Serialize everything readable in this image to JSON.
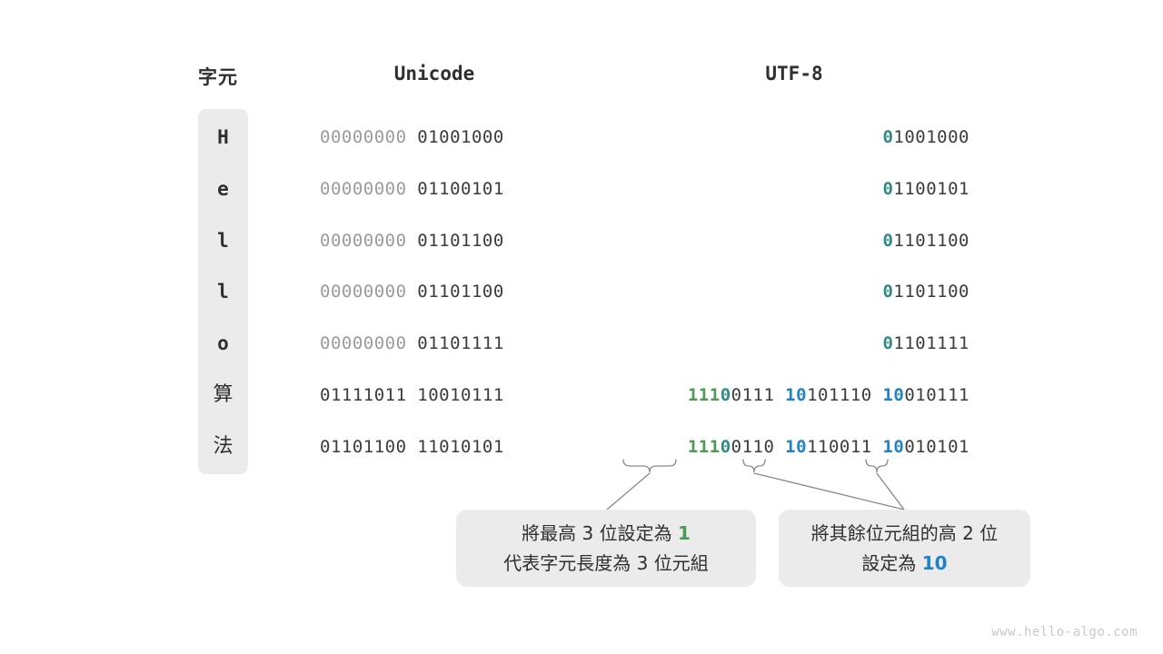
{
  "headers": {
    "character": "字元",
    "unicode": "Unicode",
    "utf8": "UTF-8"
  },
  "colors": {
    "green": "#4c9a56",
    "teal": "#2e8b84",
    "blue": "#1f82c8",
    "text": "#3c3c3c",
    "dim": "#9b9b9b",
    "panel": "#ebebeb",
    "background": "#ffffff",
    "watermark": "#c9c9c9"
  },
  "rows": [
    {
      "char": "H",
      "script": "latin",
      "unicode_high": "00000000",
      "unicode_low": "01001000",
      "utf8_bytes": [
        {
          "prefix": "0",
          "prefix_color": "teal",
          "rest": "1001000"
        }
      ]
    },
    {
      "char": "e",
      "script": "latin",
      "unicode_high": "00000000",
      "unicode_low": "01100101",
      "utf8_bytes": [
        {
          "prefix": "0",
          "prefix_color": "teal",
          "rest": "1100101"
        }
      ]
    },
    {
      "char": "l",
      "script": "latin",
      "unicode_high": "00000000",
      "unicode_low": "01101100",
      "utf8_bytes": [
        {
          "prefix": "0",
          "prefix_color": "teal",
          "rest": "1101100"
        }
      ]
    },
    {
      "char": "l",
      "script": "latin",
      "unicode_high": "00000000",
      "unicode_low": "01101100",
      "utf8_bytes": [
        {
          "prefix": "0",
          "prefix_color": "teal",
          "rest": "1101100"
        }
      ]
    },
    {
      "char": "o",
      "script": "latin",
      "unicode_high": "00000000",
      "unicode_low": "01101111",
      "utf8_bytes": [
        {
          "prefix": "0",
          "prefix_color": "teal",
          "rest": "1101111"
        }
      ]
    },
    {
      "char": "算",
      "script": "cjk",
      "unicode_high": "01111011",
      "unicode_low": "10010111",
      "utf8_bytes": [
        {
          "prefix": "111",
          "prefix_color": "green",
          "prefix2": "0",
          "prefix2_color": "teal",
          "rest": "0111"
        },
        {
          "prefix": "10",
          "prefix_color": "blue",
          "rest": "101110"
        },
        {
          "prefix": "10",
          "prefix_color": "blue",
          "rest": "010111"
        }
      ]
    },
    {
      "char": "法",
      "script": "cjk",
      "unicode_high": "01101100",
      "unicode_low": "11010101",
      "utf8_bytes": [
        {
          "prefix": "111",
          "prefix_color": "green",
          "prefix2": "0",
          "prefix2_color": "teal",
          "rest": "0110"
        },
        {
          "prefix": "10",
          "prefix_color": "blue",
          "rest": "110011"
        },
        {
          "prefix": "10",
          "prefix_color": "blue",
          "rest": "010101"
        }
      ]
    }
  ],
  "callouts": [
    {
      "id": "callout-1",
      "line1_before": "將最高 3 位設定為 ",
      "line1_highlight": "1",
      "line1_highlight_color": "green",
      "line2": "代表字元長度為 3 位元組"
    },
    {
      "id": "callout-2",
      "line1": "將其餘位元組的高 2 位",
      "line2_before": "設定為 ",
      "line2_highlight": "10",
      "line2_highlight_color": "blue"
    }
  ],
  "watermark": "www.hello-algo.com"
}
